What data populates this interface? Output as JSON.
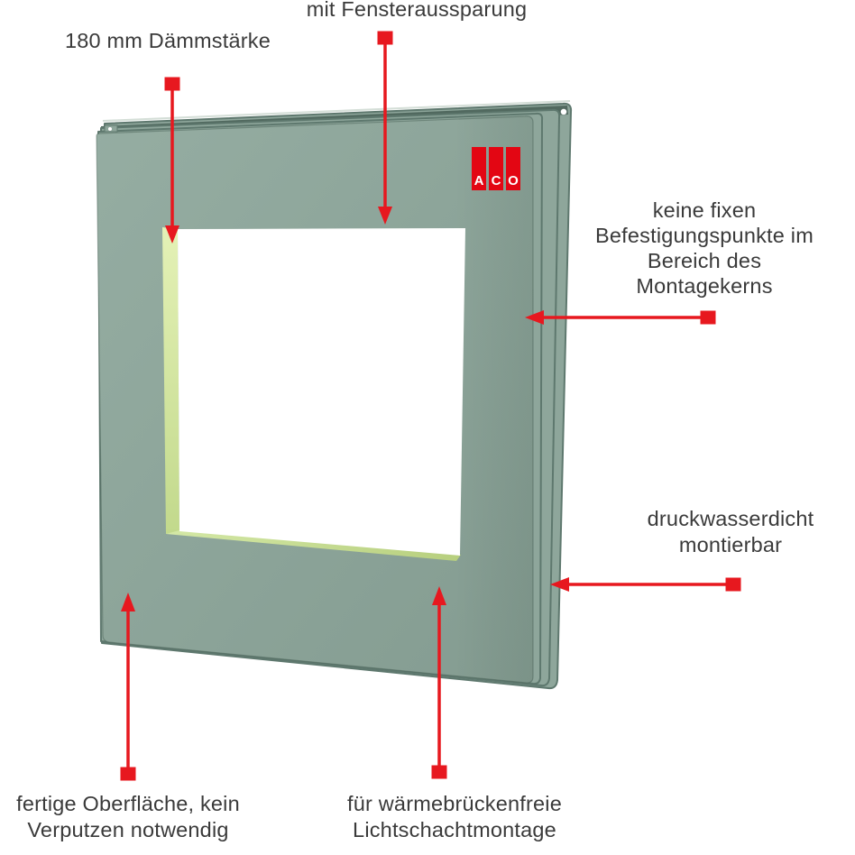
{
  "diagram": {
    "title_hint": "ACO insulation panel with window cutout - annotated product diagram",
    "labels": {
      "top": "mit Fensteraussparung",
      "insulation": "180 mm Dämmstärke",
      "no_fixings": "keine fixen\nBefestigungspunkte im\nBereich des\nMontagekerns",
      "watertight": "druckwasserdicht\nmontierbar",
      "surface": "fertige Oberfläche, kein\nVerputzen notwendig",
      "thermal": "für wärmebrückenfreie\nLichtschachtmontage"
    },
    "logo": {
      "letters": [
        "A",
        "C",
        "O"
      ]
    },
    "colors": {
      "background": "#ffffff",
      "text_color": "#3a3a3a",
      "arrow_red": "#e7181f",
      "logo_red": "#e30613",
      "panel_green": "#8ea69b",
      "panel_green_light": "#95ada2",
      "panel_green_dark": "#849c91",
      "panel_edge_dark": "#51695f",
      "ridge_line": "#5e786e",
      "highlight_line": "#d4ded7",
      "reveal_light": "#e4f1b6",
      "reveal_dark": "#c2d98c",
      "reveal_bottom_light": "#d4e8a6",
      "reveal_bottom_dark": "#b7cf7e",
      "window_white": "#ffffff"
    }
  }
}
